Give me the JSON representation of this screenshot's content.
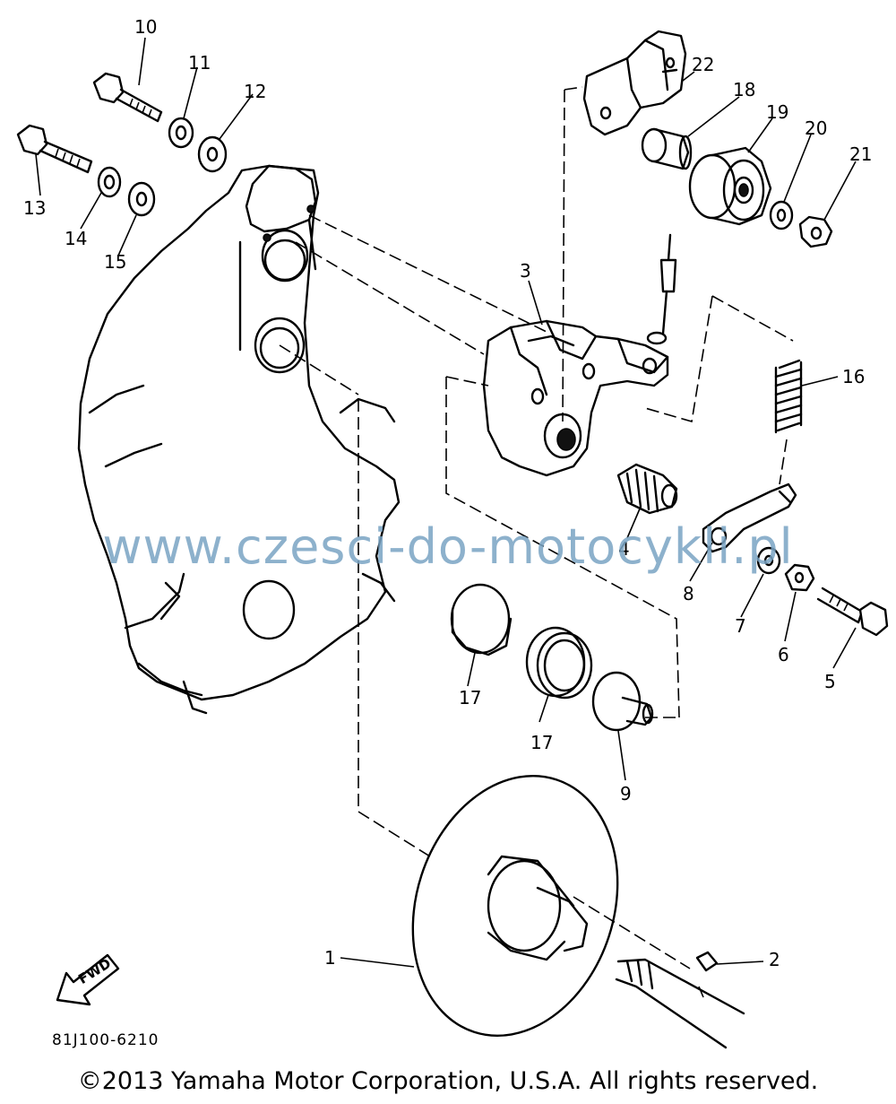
{
  "watermark": "www.czesci-do-motocykli.pl",
  "drawing_code": "81J100-6210",
  "copyright": "©2013 Yamaha Motor Corporation, U.S.A. All rights reserved.",
  "fwd_arrow": {
    "label": "FWD",
    "icon": "fwd-arrow-icon"
  },
  "callouts": [
    "1",
    "2",
    "3",
    "4",
    "5",
    "6",
    "7",
    "8",
    "9",
    "10",
    "11",
    "12",
    "13",
    "14",
    "15",
    "16",
    "17",
    "17",
    "18",
    "19",
    "20",
    "21",
    "22"
  ]
}
